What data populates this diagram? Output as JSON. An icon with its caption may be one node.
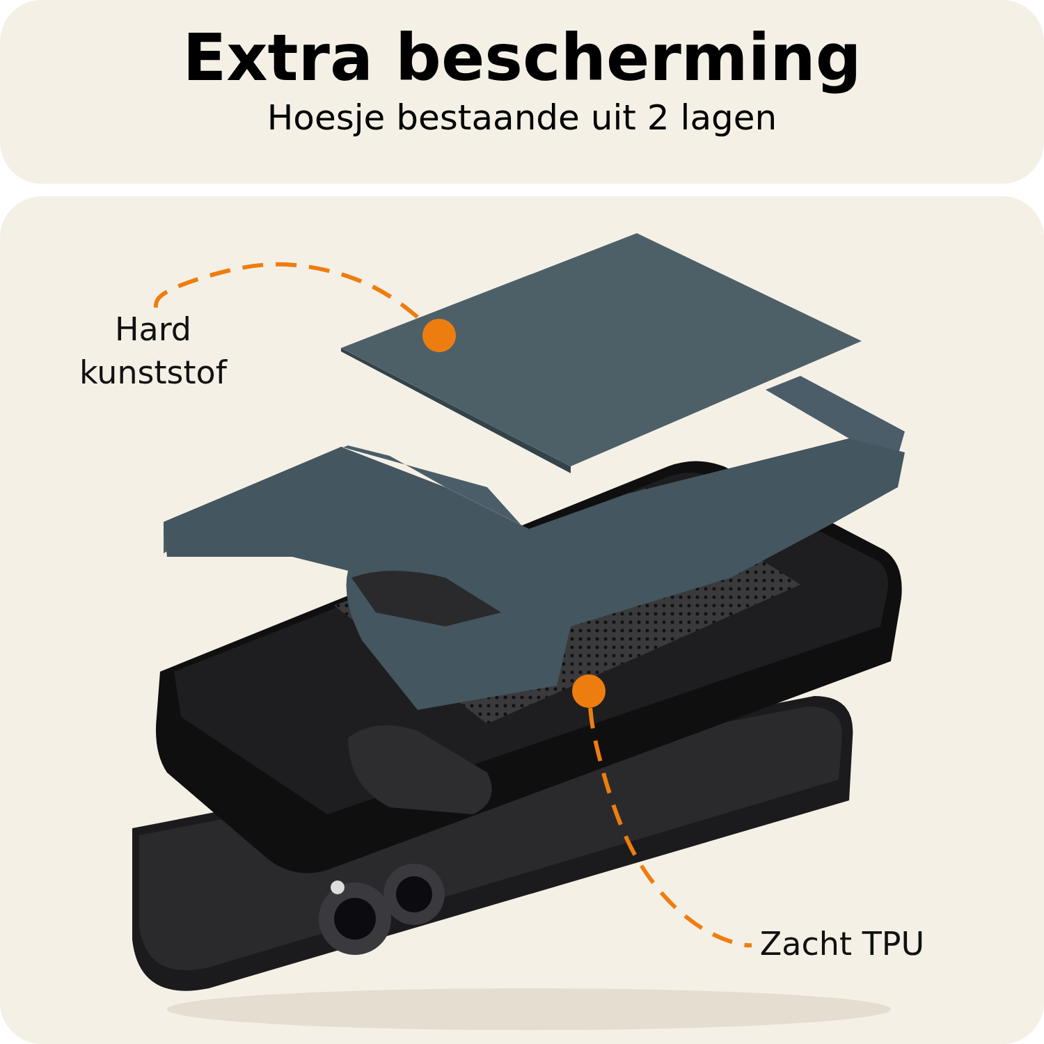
{
  "diagram": {
    "title": "Extra bescherming",
    "caption": "Hoesje bestaande uit 2 lagen",
    "nodes": [
      {
        "text": [
          "Hard kunststof"
        ]
      },
      {
        "text": [],
        "shape": "circle"
      },
      {
        "text": [],
        "shape": "circle"
      },
      {
        "text": [
          "Zacht TPU"
        ]
      }
    ],
    "edges": [
      {
        "from": 0,
        "to": 1,
        "arrow": "none",
        "style": "dashed",
        "color": "#ee7d10"
      },
      {
        "from": 2,
        "to": 3,
        "arrow": "none",
        "style": "dashed",
        "color": "#ee7d10"
      }
    ]
  }
}
